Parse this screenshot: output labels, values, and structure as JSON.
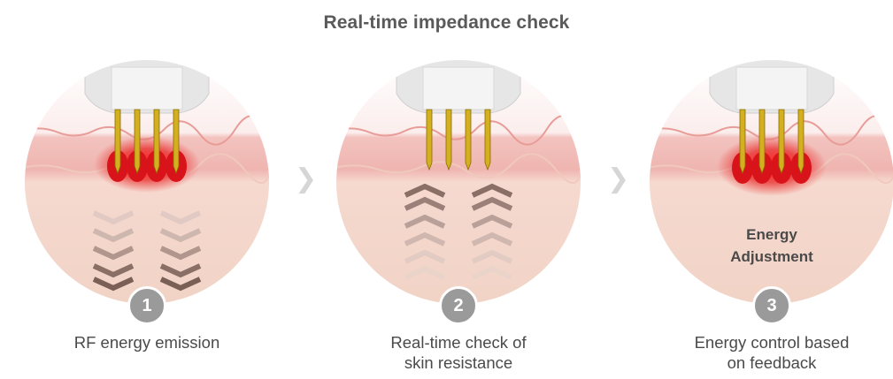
{
  "title": "Real-time impedance check",
  "steps": [
    {
      "number": "1",
      "caption_lines": [
        "RF energy emission"
      ]
    },
    {
      "number": "2",
      "caption_lines": [
        "Real-time check of",
        "skin resistance"
      ]
    },
    {
      "number": "3",
      "caption_lines": [
        "Energy control based",
        "on feedback"
      ],
      "overlay_lines": [
        "Energy",
        "Adjustment"
      ]
    }
  ],
  "arrow_glyph": "❯",
  "colors": {
    "title": "#5a5a5a",
    "caption": "#4a4a4a",
    "badge": "#9a9a9a",
    "needle": "#d4b020",
    "heat": "#e21a1a",
    "skin_top": "#f0b8b4",
    "skin_deep": "#f5ddd2"
  }
}
